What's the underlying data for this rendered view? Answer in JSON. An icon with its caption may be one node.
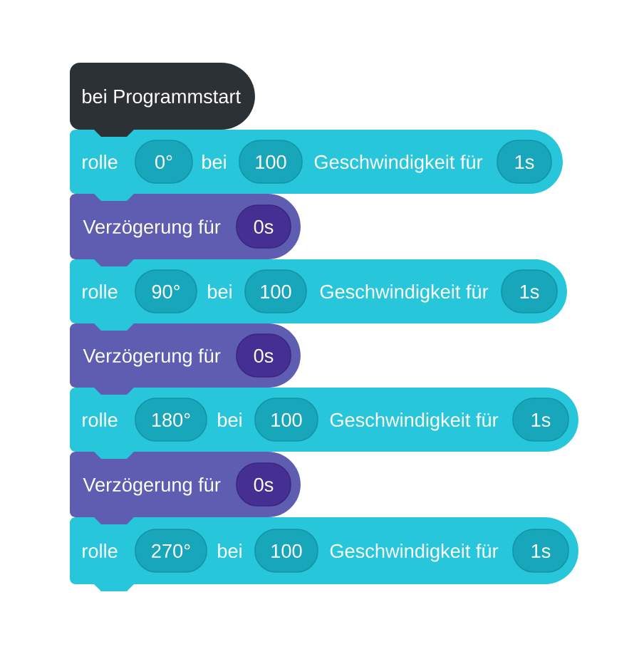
{
  "diagram": {
    "nodes": [
      {
        "text": [
          "bei Programmstart"
        ]
      },
      {
        "text": [
          "rolle",
          "bei",
          "Geschwindigkeit für"
        ]
      },
      {
        "text": [
          "0°"
        ],
        "in": 1
      },
      {
        "text": [
          "100"
        ],
        "in": 1
      },
      {
        "text": [
          "1s"
        ],
        "in": 1
      },
      {
        "text": [
          "Verzögerung für"
        ]
      },
      {
        "text": [
          "0s"
        ],
        "in": 5
      },
      {
        "text": [
          "rolle",
          "bei",
          "Geschwindigkeit für"
        ]
      },
      {
        "text": [
          "90°"
        ],
        "in": 7
      },
      {
        "text": [
          "100"
        ],
        "in": 7
      },
      {
        "text": [
          "1s"
        ],
        "in": 7
      },
      {
        "text": [
          "Verzögerung für"
        ]
      },
      {
        "text": [
          "0s"
        ],
        "in": 11
      },
      {
        "text": [
          "rolle",
          "bei",
          "Geschwindigkeit für"
        ]
      },
      {
        "text": [
          "180°"
        ],
        "in": 13
      },
      {
        "text": [
          "100"
        ],
        "in": 13
      },
      {
        "text": [
          "1s"
        ],
        "in": 13
      },
      {
        "text": [
          "Verzögerung für"
        ]
      },
      {
        "text": [
          "0s"
        ],
        "in": 17
      },
      {
        "text": [
          "rolle",
          "bei",
          "Geschwindigkeit für"
        ]
      },
      {
        "text": [
          "270°"
        ],
        "in": 19
      },
      {
        "text": [
          "100"
        ],
        "in": 19
      },
      {
        "text": [
          "1s"
        ],
        "in": 19
      }
    ]
  }
}
